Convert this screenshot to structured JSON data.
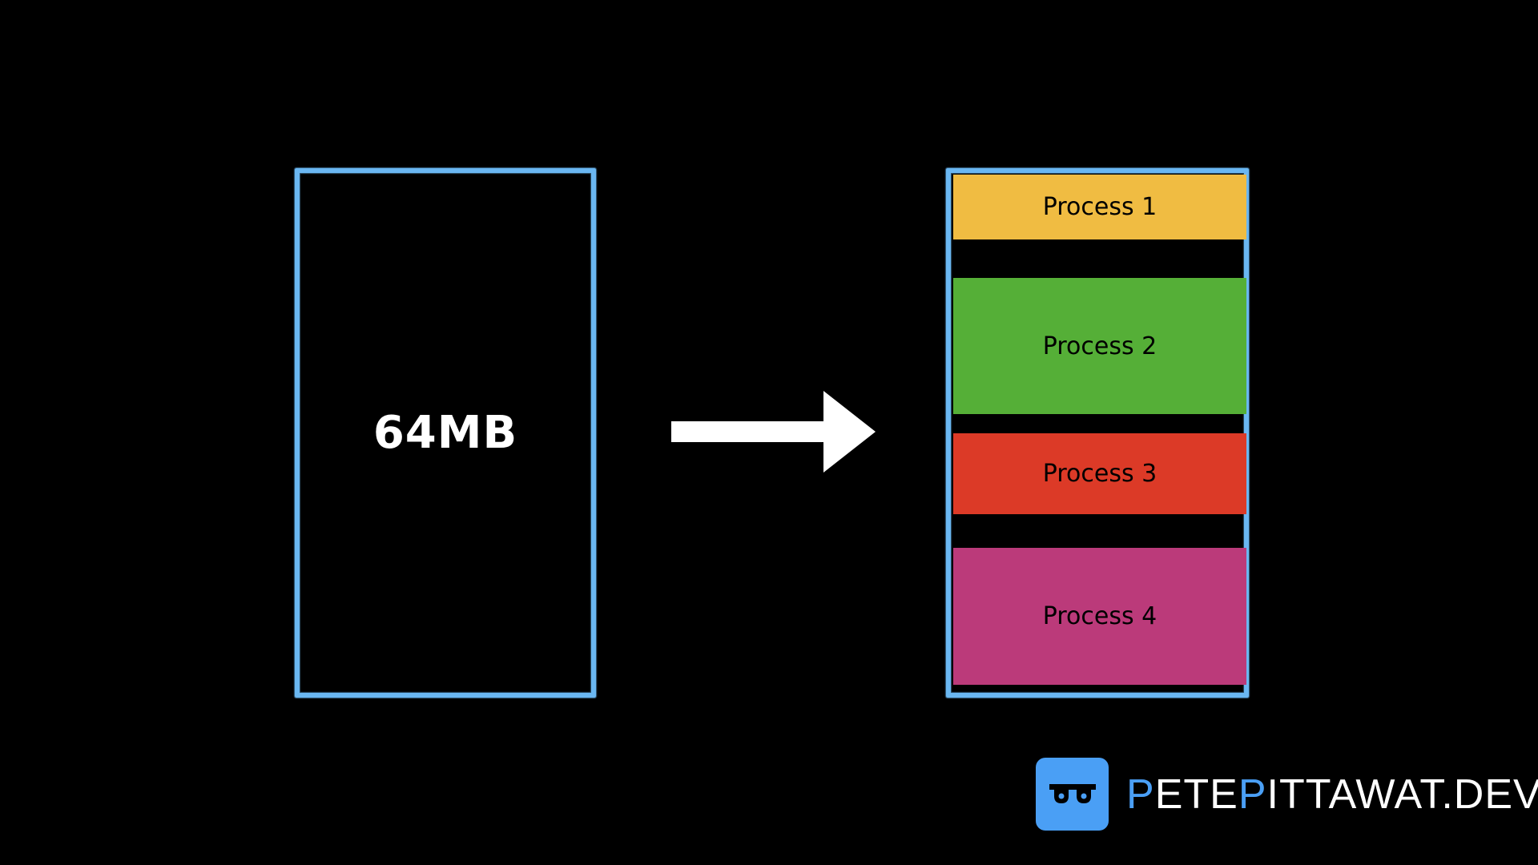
{
  "left_box": {
    "label": "64MB",
    "border_color": "#6ab7f2"
  },
  "arrow": {
    "icon": "right-arrow-icon",
    "color": "#ffffff"
  },
  "right_box": {
    "border_color": "#6ab7f2",
    "processes": [
      {
        "label": "Process 1",
        "color": "#f0bc42"
      },
      {
        "label": "Process 2",
        "color": "#55af37"
      },
      {
        "label": "Process 3",
        "color": "#dc3a27"
      },
      {
        "label": "Process 4",
        "color": "#bb3a7a"
      }
    ]
  },
  "brand": {
    "icon": "glasses-logo-icon",
    "text_parts": [
      "P",
      "ETE",
      "P",
      "ITTAWAT.DEV"
    ],
    "accent_color": "#4a9ff5"
  }
}
